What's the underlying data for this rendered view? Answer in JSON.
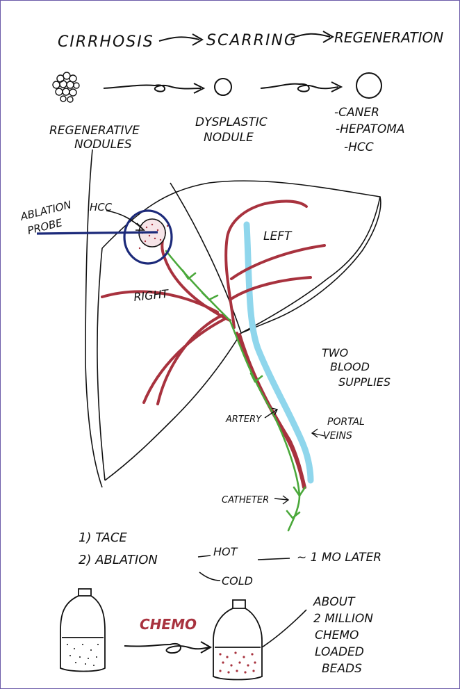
{
  "top": {
    "step1": "CIRRHOSIS",
    "step2": "SCARRING",
    "step3": "REGENERATION"
  },
  "nodules": {
    "regen_line1": "REGENERATIVE",
    "regen_line2": "NODULES",
    "dysplastic_line1": "DYSPLASTIC",
    "dysplastic_line2": "NODULE",
    "cancer_items": [
      "-CANER",
      "-HEPATOMA",
      "-HCC"
    ]
  },
  "liver": {
    "ablation_line1": "ABLATION",
    "ablation_line2": "PROBE",
    "hcc": "HCC",
    "left": "LEFT",
    "right": "RIGHT",
    "supplies_line1": "TWO",
    "supplies_line2": "BLOOD",
    "supplies_line3": "SUPPLIES",
    "artery": "ARTERY",
    "portal_line1": "PORTAL",
    "portal_line2": "VEINS",
    "catheter": "CATHETER"
  },
  "treatments": {
    "item1": "1) TACE",
    "item2": "2) ABLATION",
    "hot": "HOT",
    "cold": "COLD",
    "later": "~ 1 MO LATER"
  },
  "bottom": {
    "chemo": "CHEMO",
    "about_lines": [
      "ABOUT",
      "2 MILLION",
      "CHEMO",
      "LOADED",
      "BEADS"
    ]
  },
  "colors": {
    "ink": "#111111",
    "artery": "#a8323e",
    "portal_vein": "#8fd6ec",
    "catheter": "#4aa83a",
    "probe": "#1c2a7a"
  }
}
